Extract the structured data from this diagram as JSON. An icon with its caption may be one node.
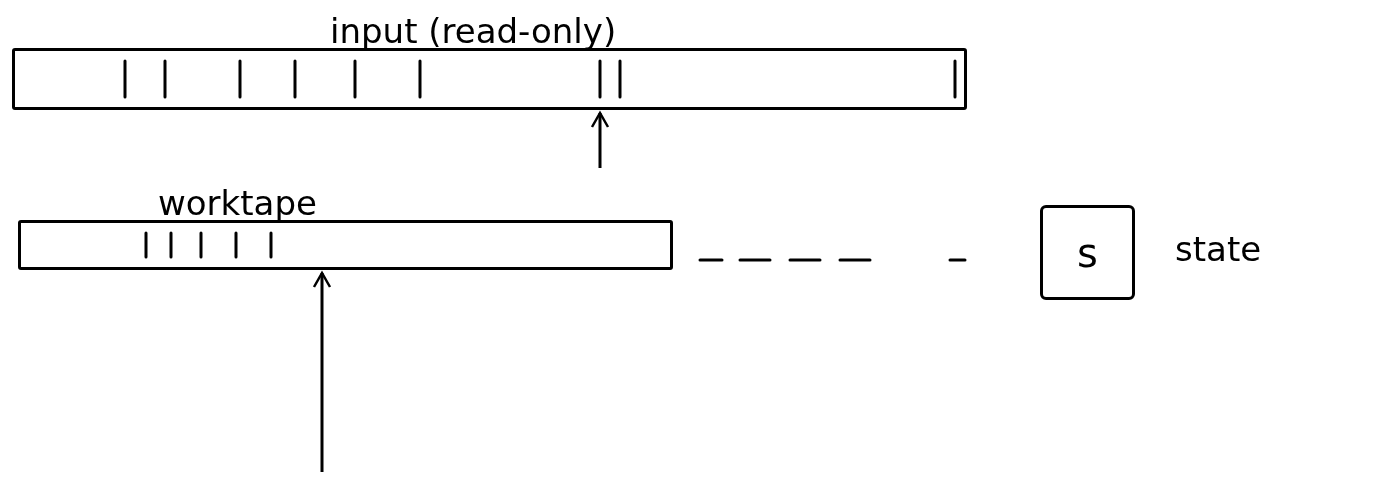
{
  "diagram": {
    "nodes": [
      {
        "text": [
          "input (read-only)"
        ]
      },
      {
        "text": [
          "worktape"
        ]
      },
      {
        "text": [
          "s"
        ],
        "beside": [
          "state"
        ]
      }
    ],
    "edges": [
      {
        "from": null,
        "to": 0,
        "arrow": "to"
      },
      {
        "from": null,
        "to": 1,
        "arrow": "to"
      }
    ]
  }
}
